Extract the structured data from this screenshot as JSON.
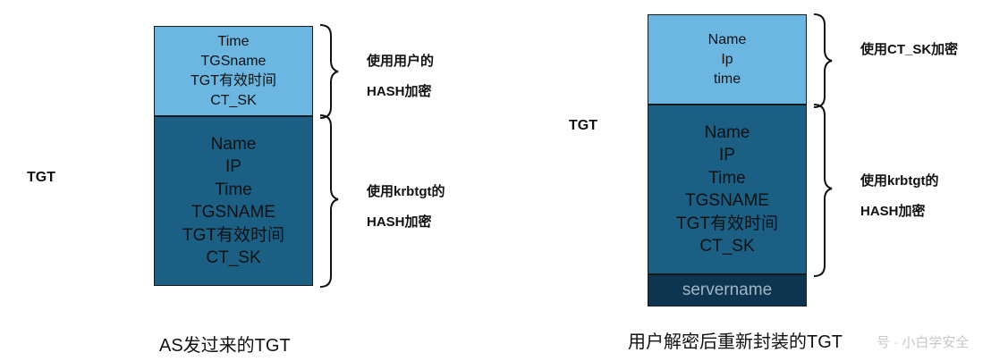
{
  "left": {
    "tgt_label": "TGT",
    "top_fields": [
      "Time",
      "TGSname",
      "TGT有效时间",
      "CT_SK"
    ],
    "bottom_fields": [
      "Name",
      "IP",
      "Time",
      "TGSNAME",
      "TGT有效时间",
      "CT_SK"
    ],
    "top_note": [
      "使用用户的",
      "HASH加密"
    ],
    "bottom_note": [
      "使用krbtgt的",
      "HASH加密"
    ],
    "caption": "AS发过来的TGT"
  },
  "right": {
    "tgt_label": "TGT",
    "top_fields": [
      "Name",
      "Ip",
      "time"
    ],
    "bottom_fields": [
      "Name",
      "IP",
      "Time",
      "TGSNAME",
      "TGT有效时间",
      "CT_SK"
    ],
    "footer_field": "servername",
    "top_note": [
      "使用CT_SK加密"
    ],
    "bottom_note": [
      "使用krbtgt的",
      "HASH加密"
    ],
    "caption": "用户解密后重新封装的TGT"
  },
  "watermark": "号 · 小白学安全",
  "colors": {
    "light_block": "#6cb6e2",
    "dark_block": "#1b5f85",
    "darkest_block": "#0e3550"
  }
}
